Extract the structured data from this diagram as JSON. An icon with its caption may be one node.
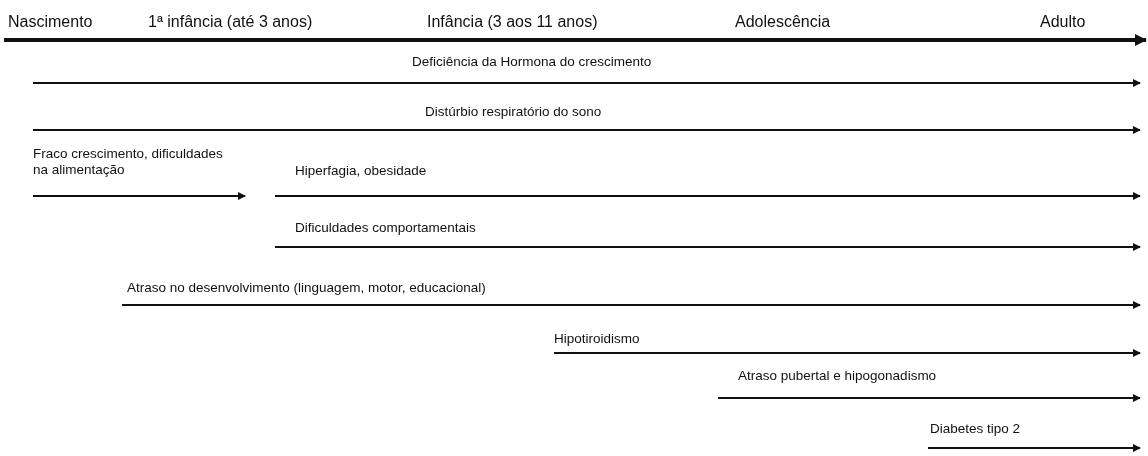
{
  "diagram": {
    "labels": [
      "Nascimento",
      "1ª infância (até 3 anos)",
      "Infância (3 aos 11 anos)",
      "Adolescência",
      "Adulto",
      "Deficiência da Hormona do crescimento",
      "Distúrbio respiratório do sono",
      "Fraco crescimento, dificuldades na alimentação",
      "Hiperfagia, obesidade",
      "Dificuldades comportamentais",
      "Atraso no desenvolvimento (linguagem, motor, educacional)",
      "Hipotiroidismo",
      "Atraso pubertal e hipogonadismo",
      "Diabetes tipo 2"
    ]
  }
}
